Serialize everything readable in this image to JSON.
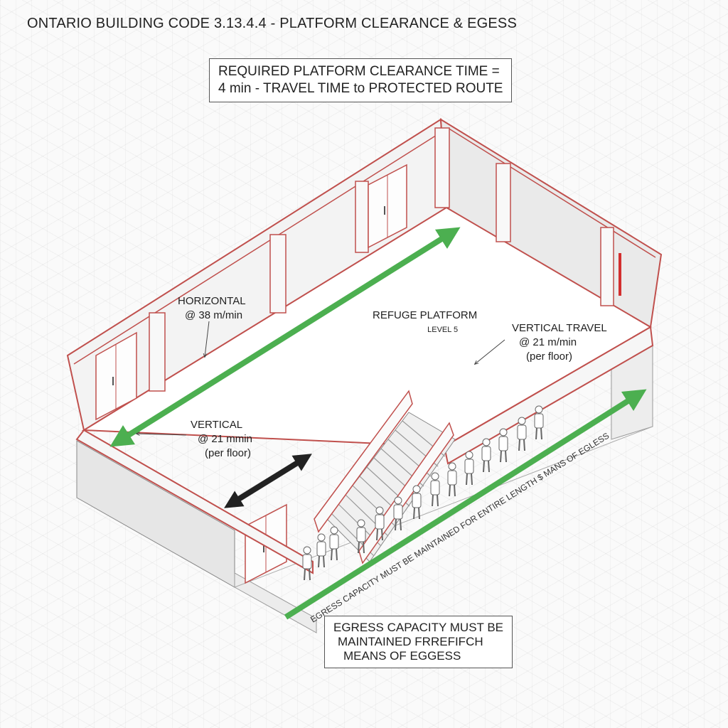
{
  "title": "ONTARIO BUILDING CODE 3.13.4.4 - PLATFORM CLEARANCE & EGESS",
  "formula": {
    "line1": "REQUIRED PLATFORM CLEARANCE TIME =",
    "line2": "4 min - TRAVEL TIME to PROTECTED ROUTE"
  },
  "platform": {
    "name": "REFUGE PLATFORM",
    "level": "LEVEL 5"
  },
  "labels": {
    "horizontal": {
      "line1": "HORIZONTAL",
      "line2": "@ 38 m/min"
    },
    "vertical_travel": {
      "line1": "VERTICAL TRAVEL",
      "line2": "@ 21 m/min",
      "line3": "(per floor)"
    },
    "vertical": {
      "line1": "VERTICAL",
      "line2": "@ 21 mmin",
      "line3": "(per floor)"
    }
  },
  "floor_text": "EGRESS CAPACITY MUST BE MAINTAINED FOR ENTIRE LENGTH $ MANS OF EGLESS",
  "note": {
    "line1": "EGRESS CAPACITY MUST BE",
    "line2": "MAINTAINED FRREFIFCH",
    "line3": "MEANS OF EGGESS"
  },
  "colors": {
    "wall_outline": "#c0504d",
    "egress_arrow": "#4caf50",
    "travel_arrow": "#222222"
  }
}
